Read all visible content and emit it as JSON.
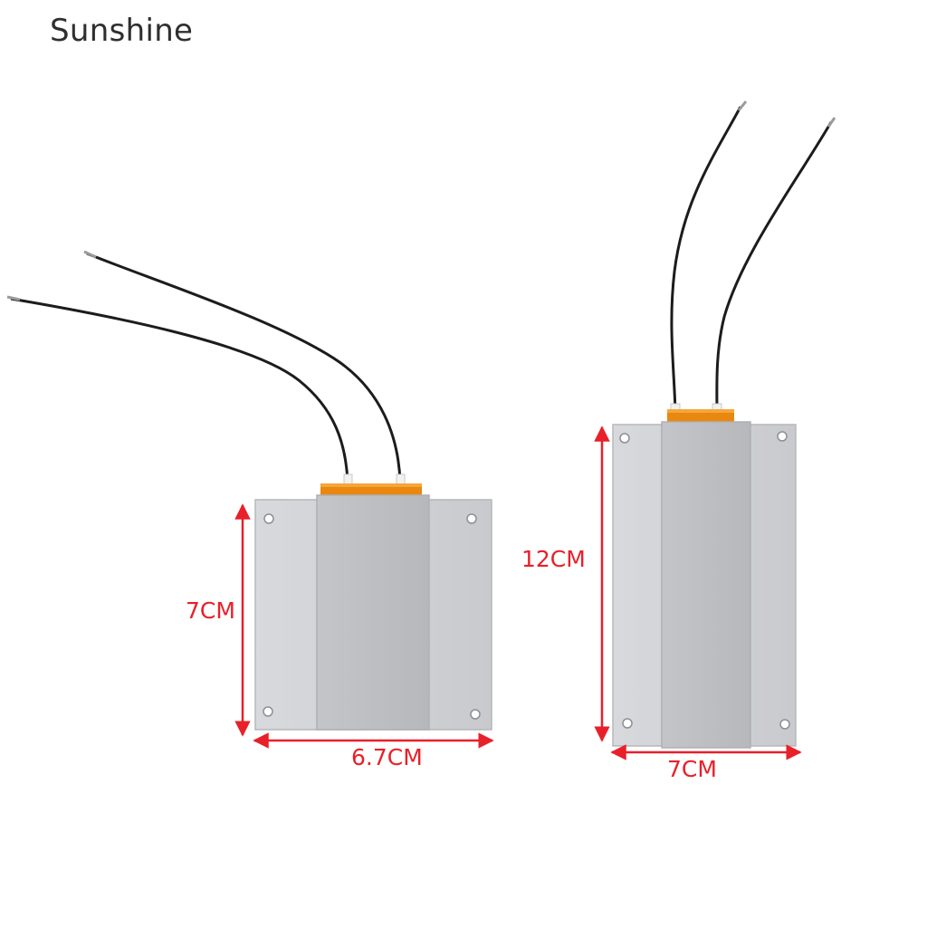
{
  "watermark": "Sunshine",
  "products": [
    {
      "name": "small-heater-plate",
      "height_label": "7CM",
      "width_label": "6.7CM"
    },
    {
      "name": "large-heater-plate",
      "height_label": "12CM",
      "width_label": "7CM"
    }
  ],
  "colors": {
    "plate": "#cfd0d3",
    "plate_center": "#b9bbbf",
    "connector": "#e9870f",
    "wire": "#1c1c1c",
    "dimension": "#e8202a",
    "brand_text": "#2f2f2f"
  }
}
